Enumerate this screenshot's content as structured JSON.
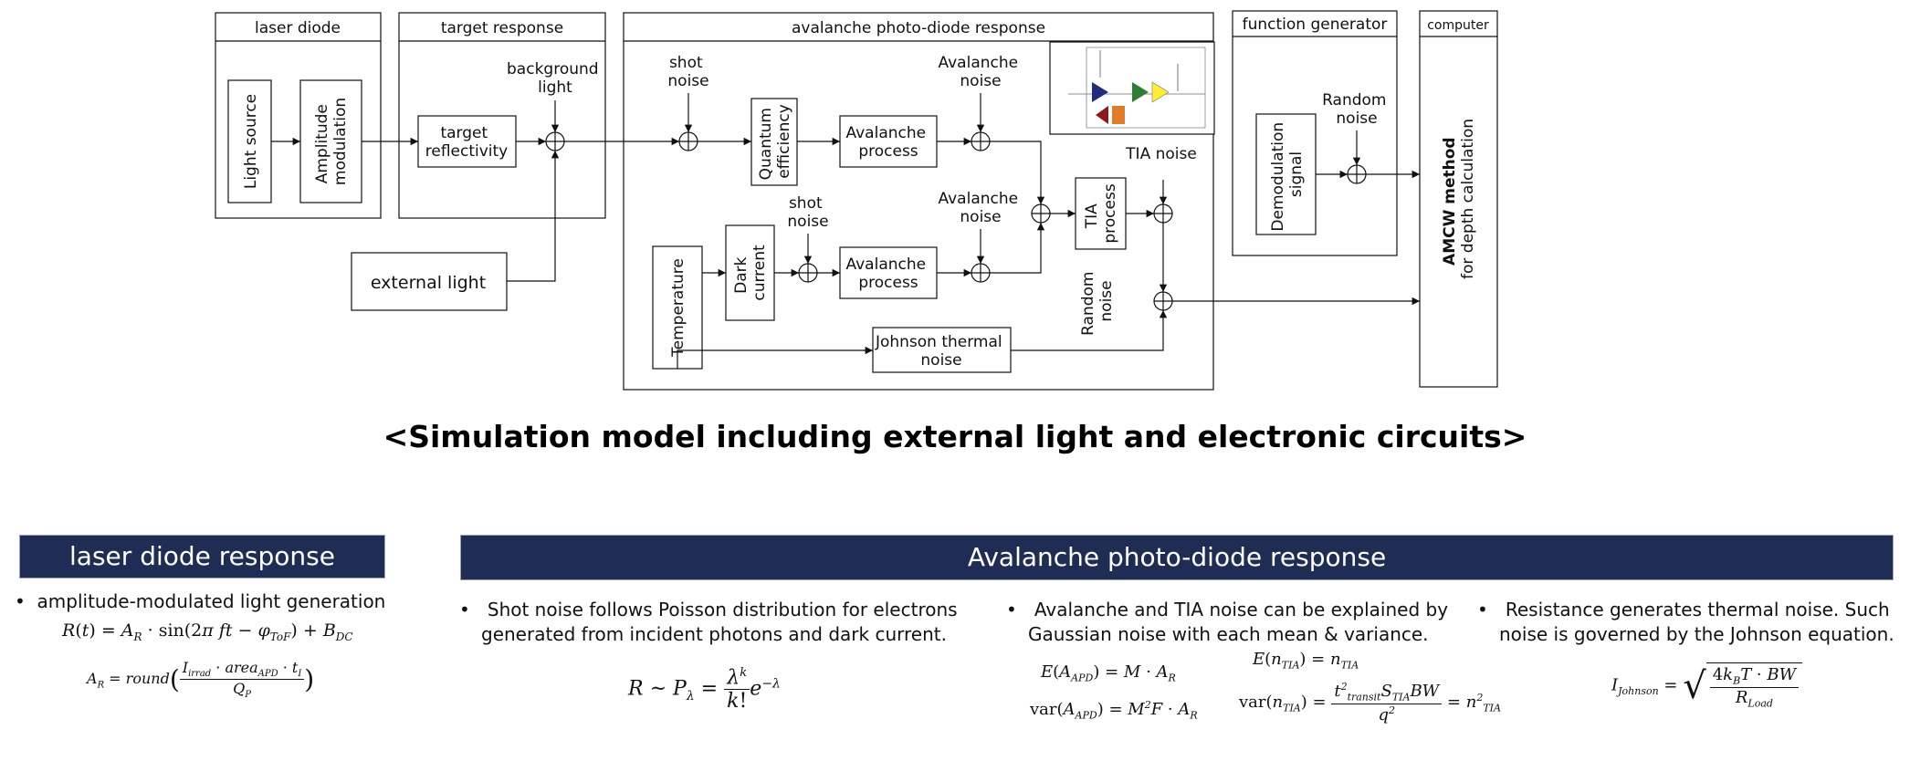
{
  "diagram": {
    "caption": "<Simulation model including external light and electronic circuits>",
    "groups": {
      "laser_diode": "laser diode",
      "target_response": "target response",
      "apd_response": "avalanche photo-diode response",
      "function_generator": "function generator",
      "computer": "computer"
    },
    "blocks": {
      "light_source": "Light source",
      "amplitude_modulation": [
        "Amplitude",
        "modulation"
      ],
      "target_reflectivity": [
        "target",
        "reflectivity"
      ],
      "external_light": "external light",
      "quantum_efficiency": [
        "Quantum",
        "efficiency"
      ],
      "avalanche_process_1": [
        "Avalanche",
        "process"
      ],
      "avalanche_process_2": [
        "Avalanche",
        "process"
      ],
      "temperature": "Temperature",
      "dark_current": [
        "Dark",
        "current"
      ],
      "tia_process": [
        "TIA",
        "process"
      ],
      "johnson_thermal_noise": [
        "Johnson thermal",
        "noise"
      ],
      "demodulation_signal": [
        "Demodulation",
        "signal"
      ],
      "amcw_method": [
        "AMCW method",
        "for depth calculation"
      ]
    },
    "labels": {
      "background_light": [
        "background",
        "light"
      ],
      "shot_noise_1": [
        "shot",
        "noise"
      ],
      "shot_noise_2": [
        "shot",
        "noise"
      ],
      "avalanche_noise_1": [
        "Avalanche",
        "noise"
      ],
      "avalanche_noise_2": [
        "Avalanche",
        "noise"
      ],
      "tia_noise": "TIA noise",
      "random_noise_vertical": [
        "Random",
        "noise"
      ],
      "random_noise_fg": [
        "Random",
        "noise"
      ]
    }
  },
  "laser_section": {
    "header": "laser diode response",
    "bullet": "amplitude-modulated light generation"
  },
  "apd_section": {
    "header": "Avalanche photo-diode response",
    "col1": [
      "Shot noise follows Poisson distribution for electrons",
      "generated from incident photons and dark current."
    ],
    "col2": [
      "Avalanche and TIA noise can be explained by",
      "Gaussian noise with each mean & variance."
    ],
    "col3": [
      "Resistance generates thermal noise. Such",
      "noise is governed by the Johnson equation."
    ]
  },
  "colors": {
    "header_bg": "#1f2d55",
    "line": "#111111",
    "tia_triangle": "#1f2d7a",
    "voltage_amp": "#2e7d32",
    "output_buffer": "#ffee33",
    "lpf": "#e07b2a",
    "dc_cancel": "#8b1a1a"
  }
}
